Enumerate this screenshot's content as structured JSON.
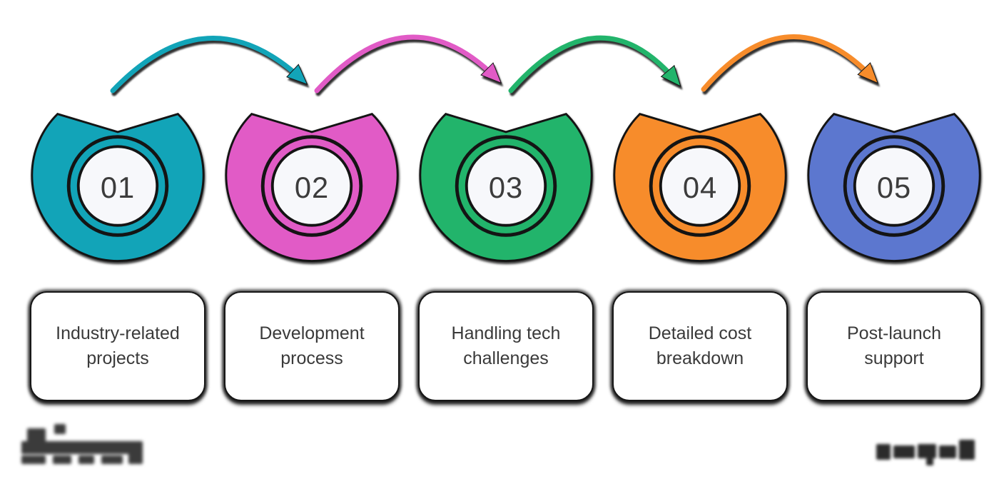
{
  "page": {
    "background_color": "#ffffff",
    "outline_color": "#141414",
    "text_color": "#3a3a3a"
  },
  "steps": [
    {
      "number": "01",
      "label": "Industry-related projects",
      "color": "#12A4B8"
    },
    {
      "number": "02",
      "label": "Development process",
      "color": "#E15BC6"
    },
    {
      "number": "03",
      "label": "Handling tech challenges",
      "color": "#22B46B"
    },
    {
      "number": "04",
      "label": "Detailed cost breakdown",
      "color": "#F78C2B"
    },
    {
      "number": "05",
      "label": "Post-launch support",
      "color": "#5C77CF"
    }
  ],
  "arrows": [
    {
      "from": "01",
      "to": "02",
      "color": "#12A4B8"
    },
    {
      "from": "02",
      "to": "03",
      "color": "#E15BC6"
    },
    {
      "from": "03",
      "to": "04",
      "color": "#22B46B"
    },
    {
      "from": "04",
      "to": "05",
      "color": "#F78C2B"
    }
  ],
  "badge": {
    "inner_fill": "#F7F8FB",
    "number_color": "#3c3c3c"
  },
  "footer": {
    "left_icon": "blurred-company-logo",
    "right_icon": "blurred-watermark-text"
  }
}
